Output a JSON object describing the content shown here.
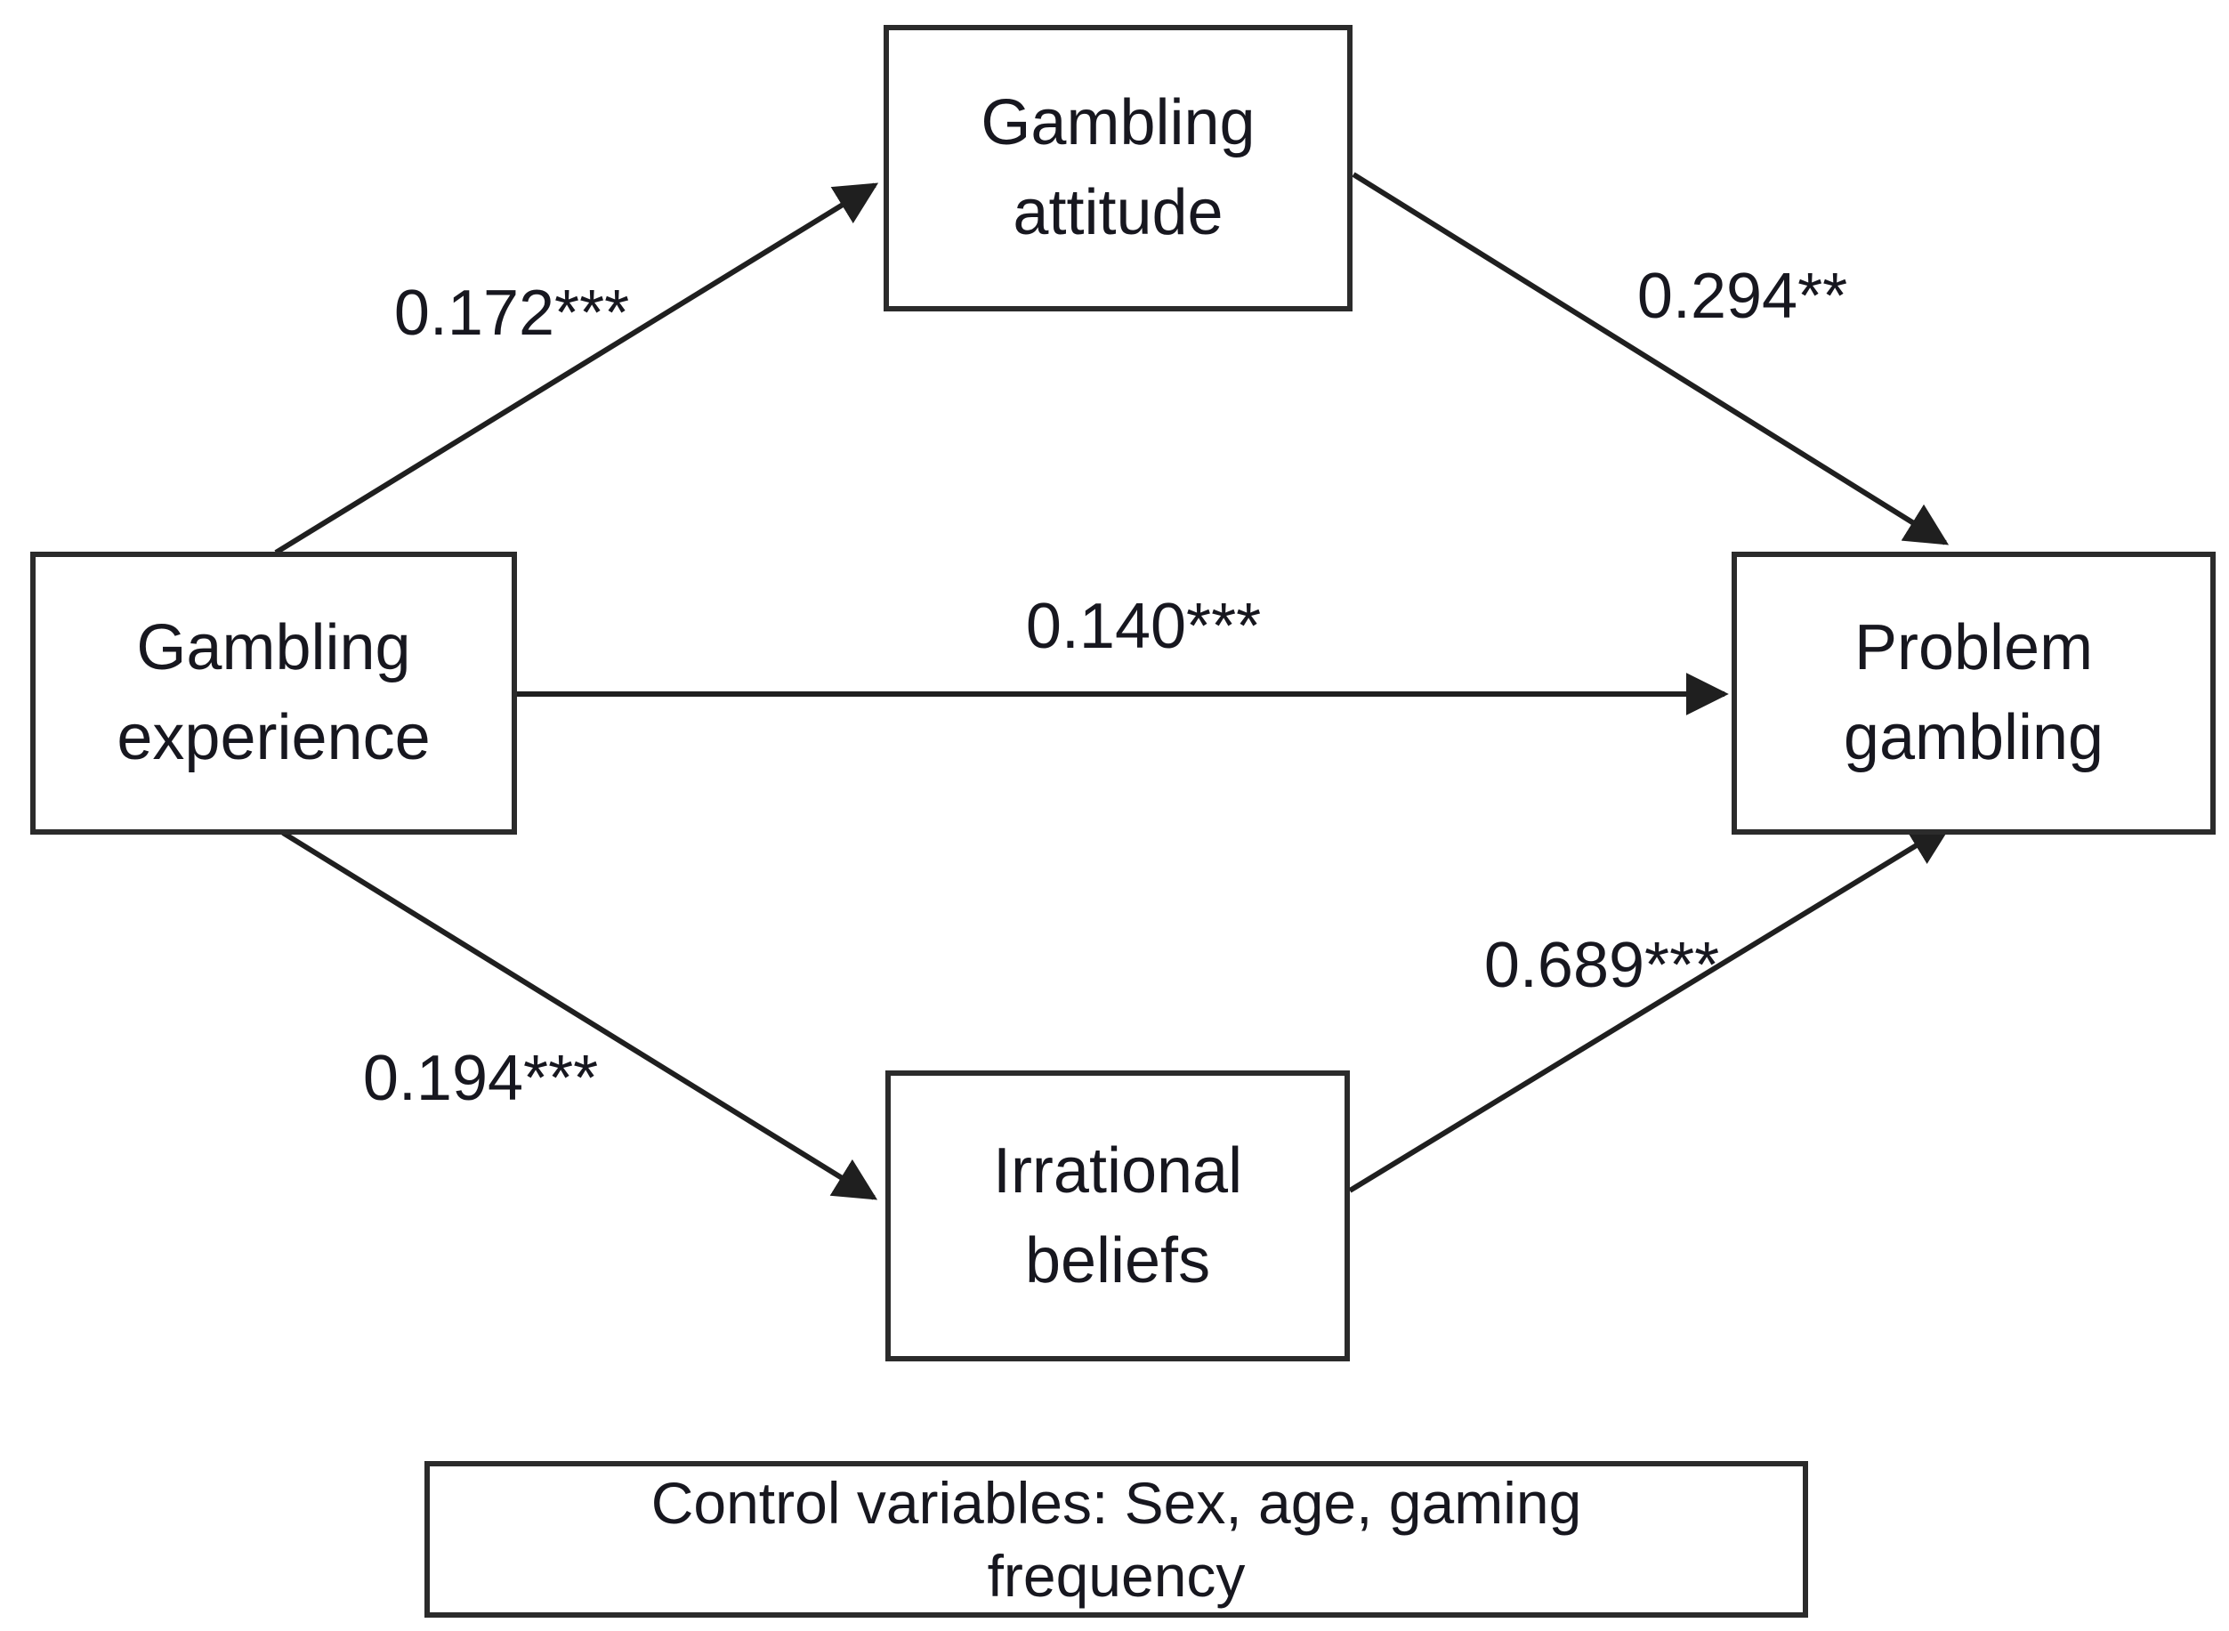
{
  "diagram": {
    "type": "path-model",
    "nodes": [
      {
        "id": "gambling-attitude",
        "label": "Gambling attitude",
        "role": "mediator"
      },
      {
        "id": "gambling-experience",
        "label": "Gambling experience",
        "role": "predictor"
      },
      {
        "id": "problem-gambling",
        "label": "Problem gambling",
        "role": "outcome"
      },
      {
        "id": "irrational-beliefs",
        "label": "Irrational beliefs",
        "role": "mediator"
      }
    ],
    "paths": [
      {
        "from": "gambling-experience",
        "to": "gambling-attitude",
        "coefficient": "0.172***",
        "value": 0.172,
        "significance": "***"
      },
      {
        "from": "gambling-attitude",
        "to": "problem-gambling",
        "coefficient": "0.294**",
        "value": 0.294,
        "significance": "**"
      },
      {
        "from": "gambling-experience",
        "to": "problem-gambling",
        "coefficient": "0.140***",
        "value": 0.14,
        "significance": "***"
      },
      {
        "from": "gambling-experience",
        "to": "irrational-beliefs",
        "coefficient": "0.194***",
        "value": 0.194,
        "significance": "***"
      },
      {
        "from": "irrational-beliefs",
        "to": "problem-gambling",
        "coefficient": "0.689***",
        "value": 0.689,
        "significance": "***"
      }
    ],
    "control": {
      "label": "Control variables: Sex, age, gaming frequency"
    },
    "colors": {
      "line": "#1f1f1f",
      "border": "#2b2b2b",
      "text": "#17171f",
      "background": "#ffffff"
    }
  }
}
